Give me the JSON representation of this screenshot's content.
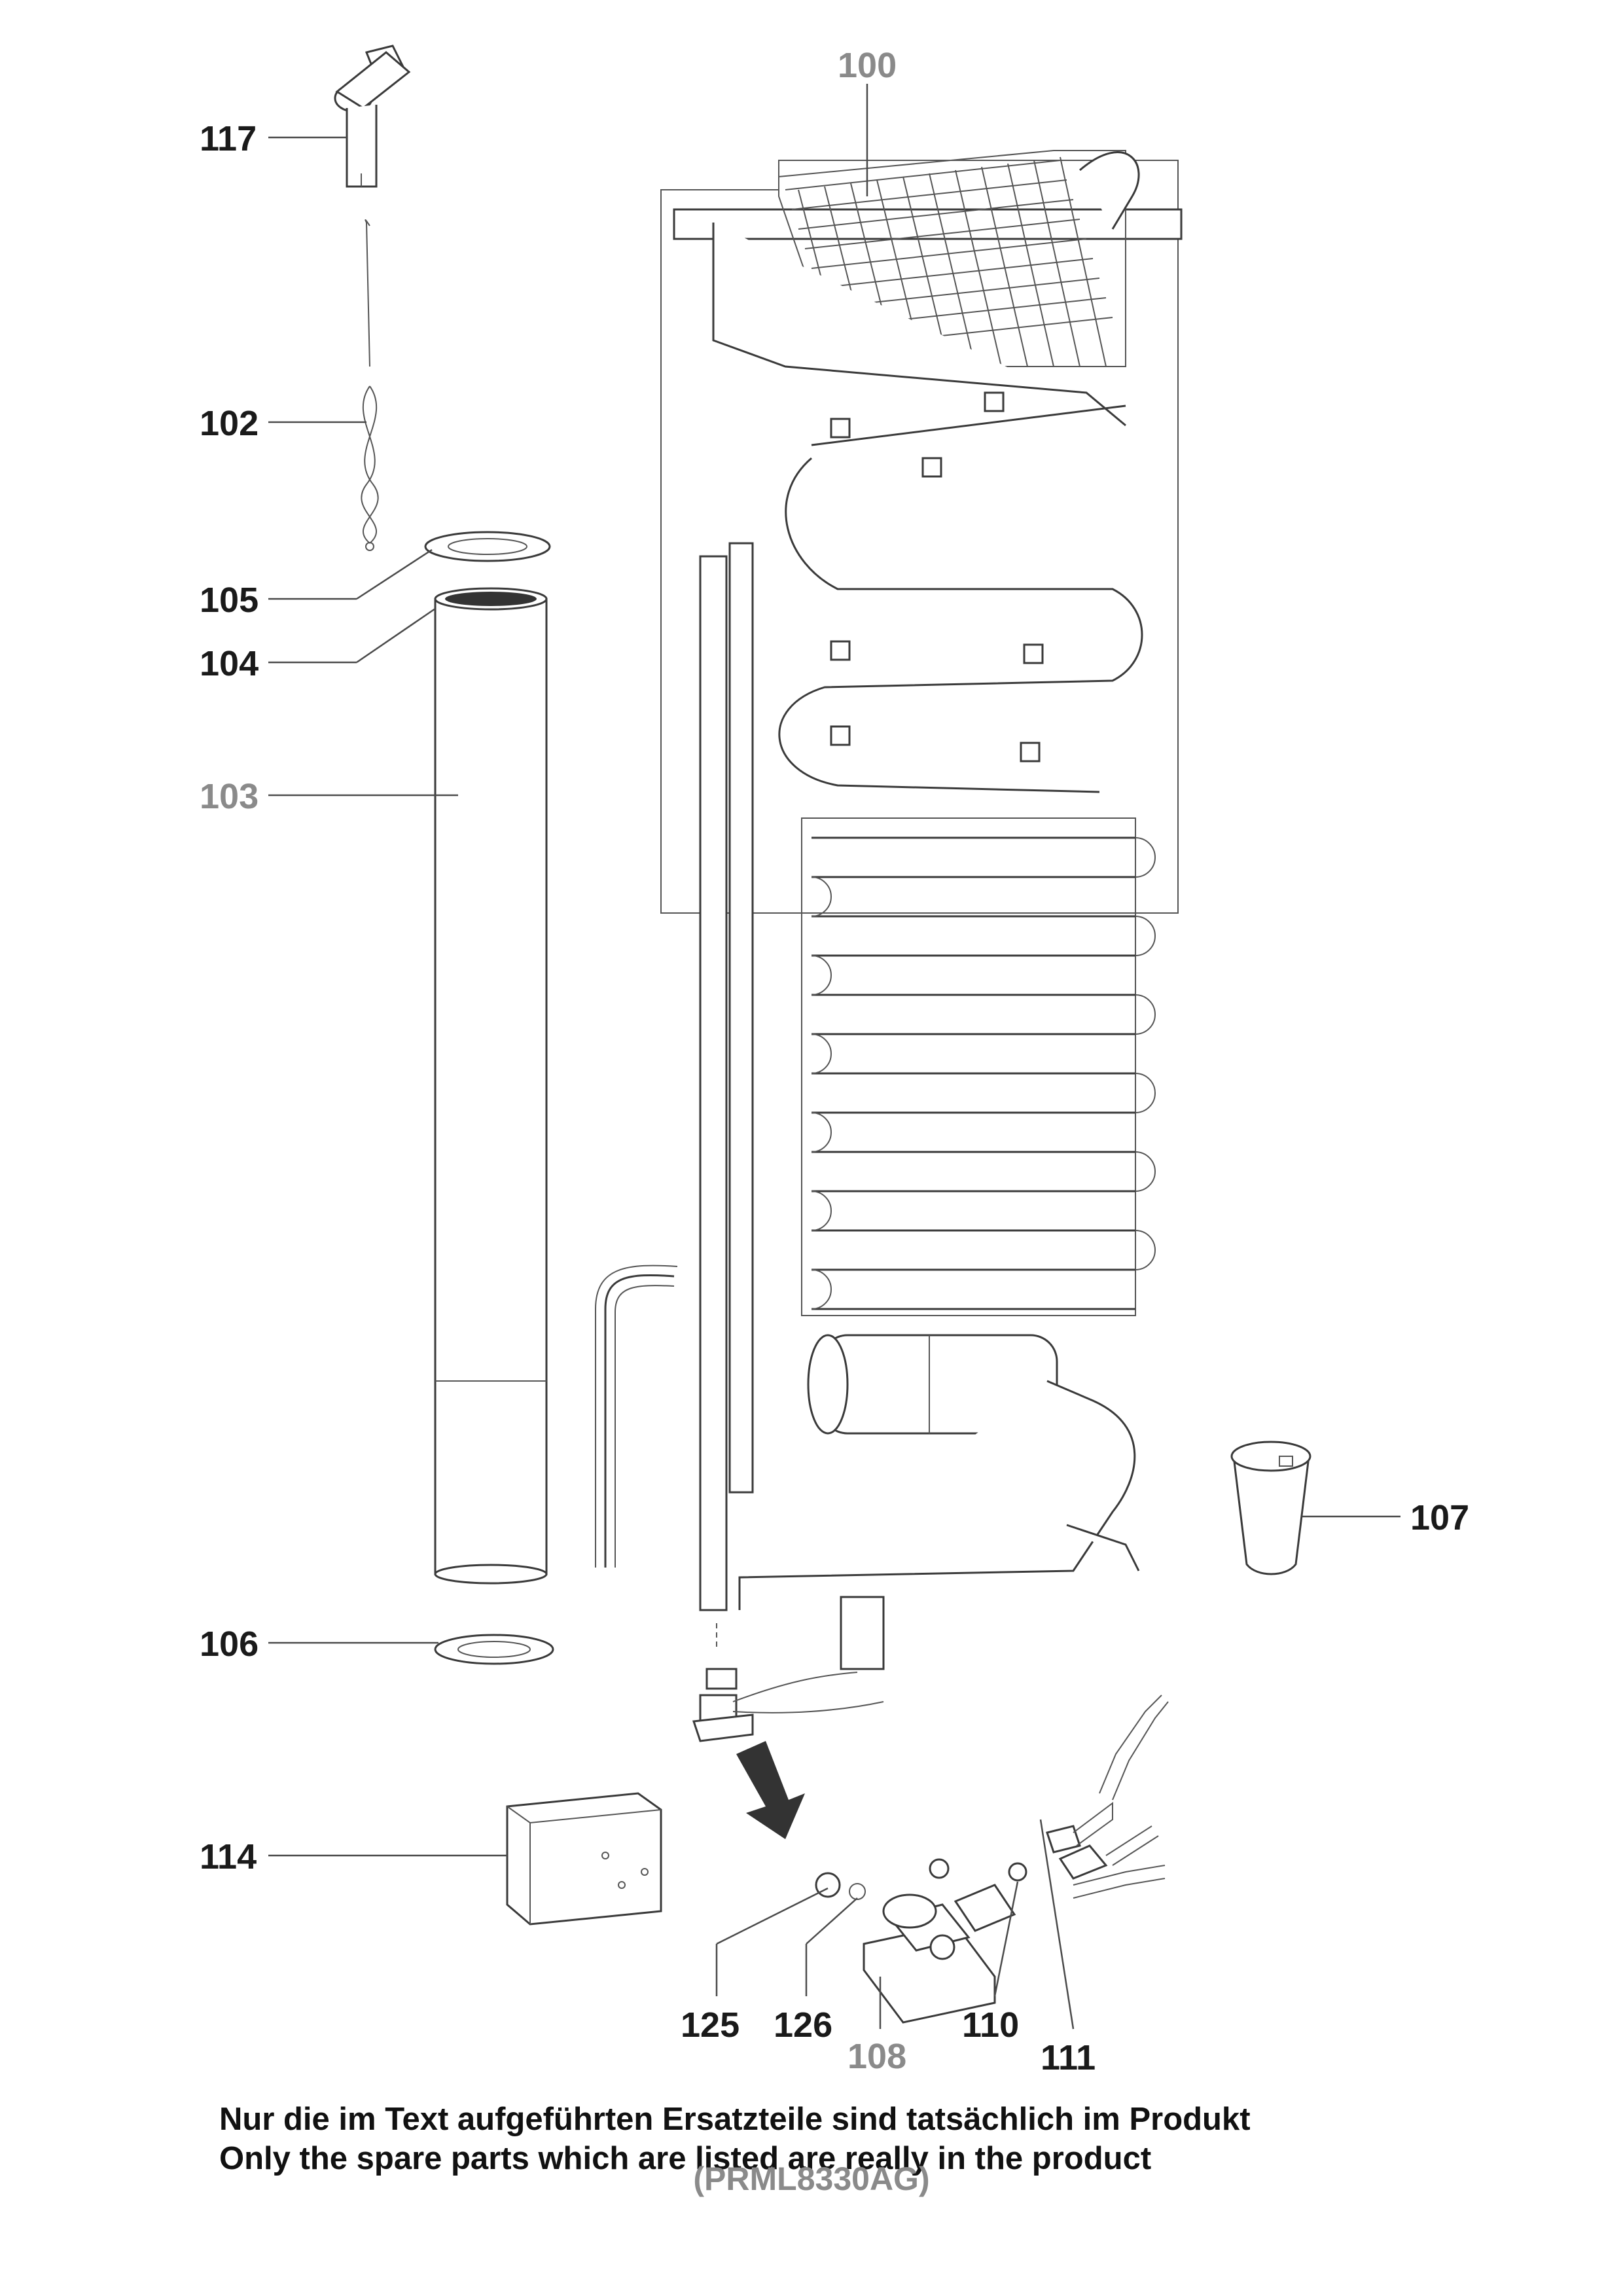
{
  "parts": [
    {
      "id": "p100",
      "label": "100",
      "grey": true
    },
    {
      "id": "p117",
      "label": "117",
      "grey": false
    },
    {
      "id": "p102",
      "label": "102",
      "grey": false
    },
    {
      "id": "p105",
      "label": "105",
      "grey": false
    },
    {
      "id": "p104",
      "label": "104",
      "grey": false
    },
    {
      "id": "p103",
      "label": "103",
      "grey": true
    },
    {
      "id": "p107",
      "label": "107",
      "grey": false
    },
    {
      "id": "p106",
      "label": "106",
      "grey": false
    },
    {
      "id": "p114",
      "label": "114",
      "grey": false
    },
    {
      "id": "p125",
      "label": "125",
      "grey": false
    },
    {
      "id": "p126",
      "label": "126",
      "grey": false
    },
    {
      "id": "p110",
      "label": "110",
      "grey": false
    },
    {
      "id": "p108",
      "label": "108",
      "grey": true
    },
    {
      "id": "p111",
      "label": "111",
      "grey": false
    }
  ],
  "note": {
    "de": "Nur die im Text aufgeführten Ersatzteile sind tatsächlich im Produkt",
    "en": "Only the spare parts which are listed are really in the product"
  },
  "model_code": "(PRML8330AG)"
}
